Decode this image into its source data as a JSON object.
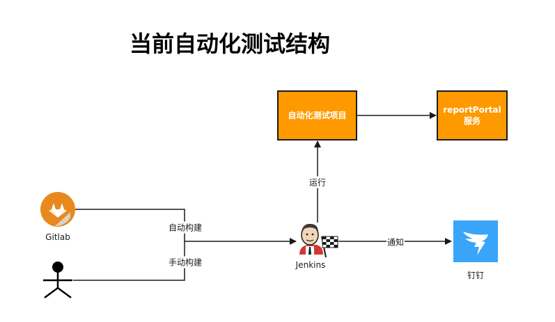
{
  "title": "当前自动化测试结构",
  "nodes": {
    "auto_test_project": "自动化测试项目",
    "report_portal": [
      "reportPortal",
      "服务"
    ],
    "gitlab": "Gitlab",
    "jenkins": "Jenkins",
    "dingtalk": "钉钉",
    "user": ""
  },
  "edges": {
    "auto_build": "自动构建",
    "manual_build": "手动构建",
    "run": "运行",
    "notify": "通知"
  },
  "colors": {
    "box_fill": "#ff9900",
    "box_border": "#1a1a1a",
    "gitlab_orange": "#e8891e",
    "dingtalk_blue": "#3aa4f8"
  },
  "icons": [
    "gitlab-icon",
    "jenkins-icon",
    "dingtalk-icon",
    "stick-figure-icon"
  ]
}
